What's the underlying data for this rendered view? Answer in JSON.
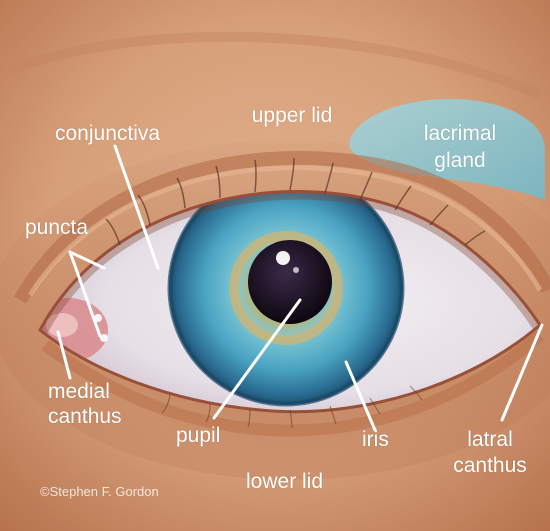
{
  "labels": {
    "upper_lid": "upper lid",
    "conjunctiva": "conjunctiva",
    "lacrimal_gland_line1": "lacrimal",
    "lacrimal_gland_line2": "gland",
    "puncta": "puncta",
    "medial_canthus_line1": "medial",
    "medial_canthus_line2": "canthus",
    "pupil": "pupil",
    "iris": "iris",
    "lateral_canthus_line1": "latral",
    "lateral_canthus_line2": "canthus",
    "lower_lid": "lower lid"
  },
  "credit": "©Stephen F. Gordon",
  "colors": {
    "skin": "#d9a47f",
    "skin_shadow": "#b9754f",
    "lacrimal_gland": "#8fc6cf",
    "sclera": "#ece8ec",
    "iris_outer": "#2b6f93",
    "iris_mid": "#5fb5c9",
    "iris_ring": "#c9a865",
    "pupil": "#130b16",
    "label_text": "#ffffff"
  }
}
